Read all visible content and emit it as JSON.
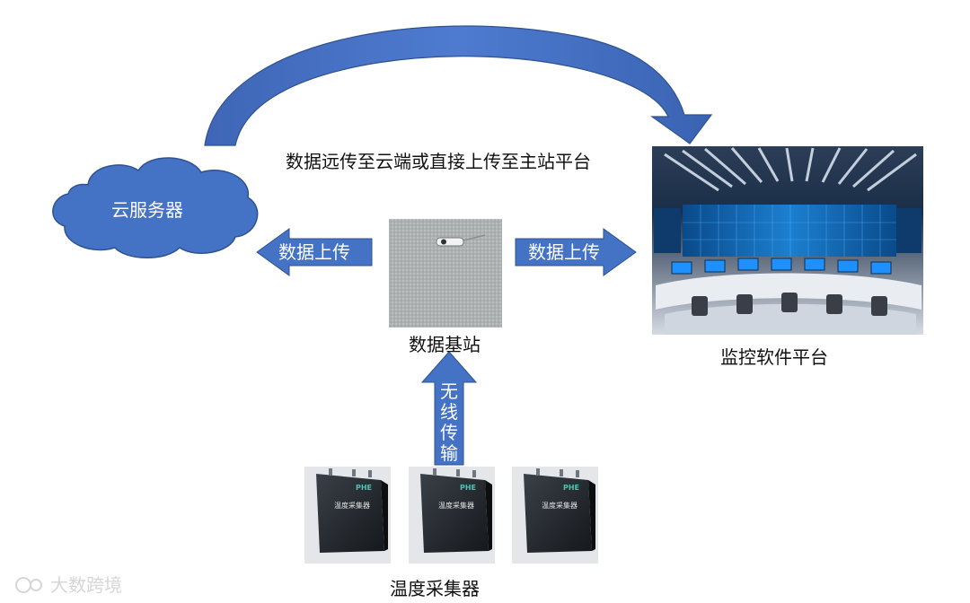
{
  "labels": {
    "top_caption": "数据远传至云端或直接上传至主站平台",
    "cloud": "云服务器",
    "upload_left": "数据上传",
    "upload_right": "数据上传",
    "base_station": "数据基站",
    "monitor_platform": "监控软件平台",
    "wireless": "无线传输",
    "collector": "温度采集器"
  },
  "device": {
    "brand": "PHE",
    "title": "温度采集器"
  },
  "watermark": "大数跨境",
  "icons": [
    "cloud-shape",
    "arrow-left-icon",
    "arrow-right-icon",
    "arrow-up-icon",
    "curved-arrow-icon",
    "base-station-image",
    "control-room-image",
    "collector-device-image"
  ],
  "colors": {
    "arrow_blue": "#4472c4",
    "arrow_outline": "#2f528f",
    "cloud_blue": "#4472c4",
    "text": "#111111",
    "label_white": "#ffffff"
  }
}
